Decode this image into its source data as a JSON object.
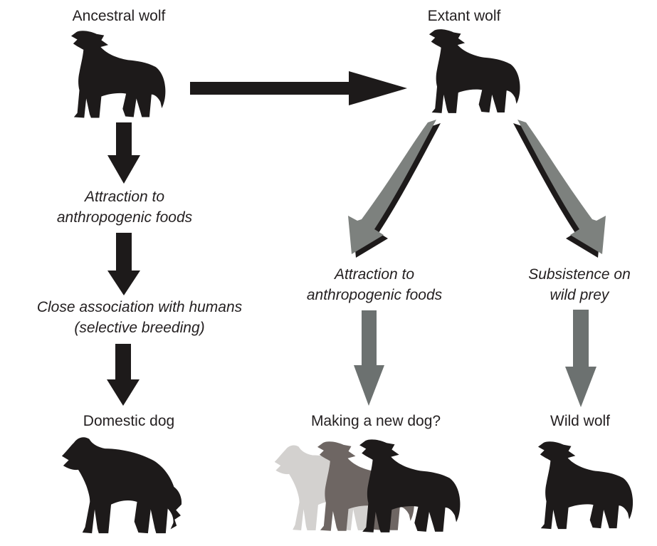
{
  "colors": {
    "black": "#1d1a1a",
    "text": "#231f20",
    "straight_gray": "#6c7170",
    "curved_gray": "#7d817e",
    "wolf_gray": "#6e6663",
    "dog_light_gray": "#d3d1cf",
    "background": "#ffffff"
  },
  "nodes": {
    "ancestral_wolf": "Ancestral wolf",
    "extant_wolf": "Extant wolf",
    "domestic_dog": "Domestic dog",
    "making_new_dog": "Making a new dog?",
    "wild_wolf": "Wild wolf"
  },
  "processes": {
    "domestication_step1": {
      "line1": "Attraction to",
      "line2": "anthropogenic foods"
    },
    "domestication_step2": {
      "line1": "Close association with humans",
      "line2": "(selective breeding)"
    },
    "extant_commensal": {
      "line1": "Attraction to",
      "line2": "anthropogenic foods"
    },
    "extant_wild": {
      "line1": "Subsistence on",
      "line2": "wild prey"
    }
  },
  "icons": {
    "ancestral_wolf": "howling-wolf-silhouette",
    "extant_wolf": "howling-wolf-silhouette",
    "domestic_dog": "dog-silhouette",
    "making_new_dog_back": "dog-silhouette-light-gray",
    "making_new_dog_mid": "howling-wolf-silhouette-gray",
    "making_new_dog_front": "howling-wolf-silhouette-black",
    "wild_wolf": "howling-wolf-silhouette"
  }
}
